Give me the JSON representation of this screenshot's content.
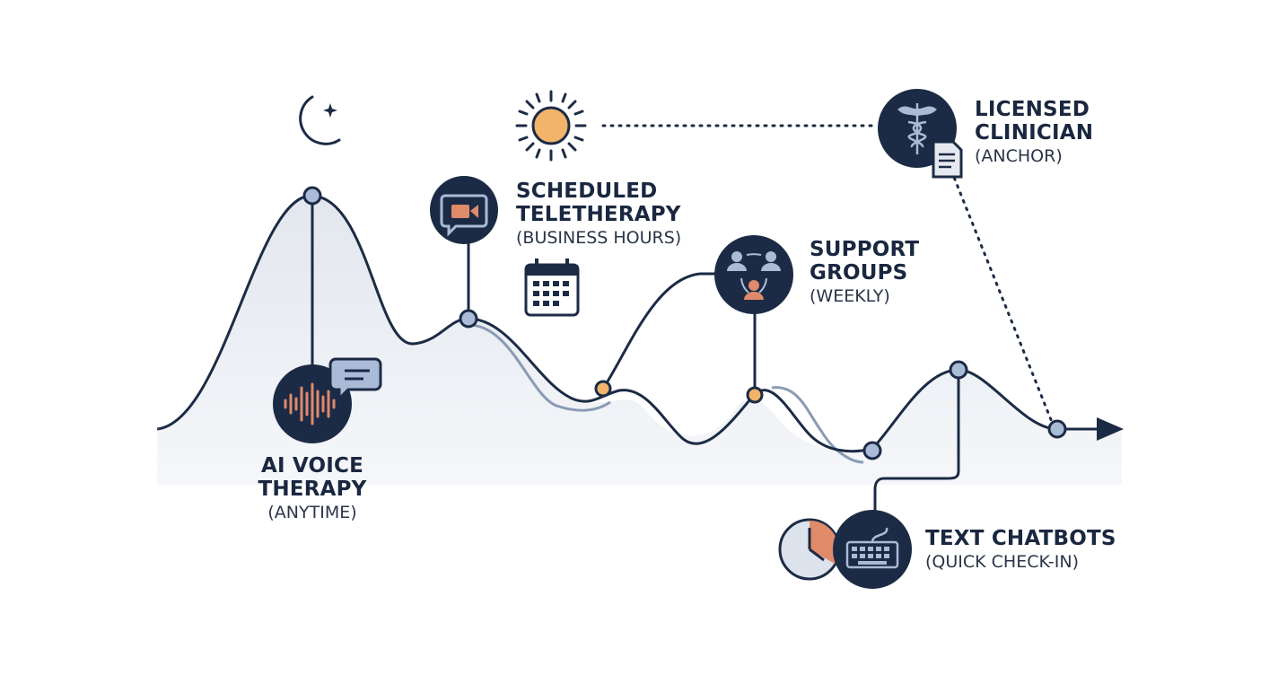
{
  "colors": {
    "navy": "#1c2b45",
    "accent_orange": "#e08a6a",
    "sun": "#f2b36a",
    "light_blue": "#a9bbd6",
    "shadow_line": "#8a9bb5"
  },
  "nodes": [
    {
      "id": "ai-voice",
      "title_line1": "AI VOICE",
      "title_line2": "THERAPY",
      "subtitle": "(ANYTIME)",
      "icon": "waveform-chat-icon"
    },
    {
      "id": "teletherapy",
      "title_line1": "SCHEDULED",
      "title_line2": "TELETHERAPY",
      "subtitle": "(BUSINESS HOURS)",
      "icon": "video-camera-chat-icon"
    },
    {
      "id": "support-groups",
      "title_line1": "SUPPORT",
      "title_line2": "GROUPS",
      "subtitle": "(WEEKLY)",
      "icon": "group-people-icon"
    },
    {
      "id": "clinician",
      "title_line1": "LICENSED",
      "title_line2": "CLINICIAN",
      "subtitle": "(ANCHOR)",
      "icon": "caduceus-document-icon"
    },
    {
      "id": "chatbots",
      "title_line1": "TEXT CHATBOTS",
      "title_line2": "",
      "subtitle": "(QUICK CHECK-IN)",
      "icon": "keyboard-clock-icon"
    }
  ],
  "decor_icons": [
    "moon-star-icon",
    "sun-icon",
    "calendar-icon",
    "arrow-head-icon"
  ]
}
